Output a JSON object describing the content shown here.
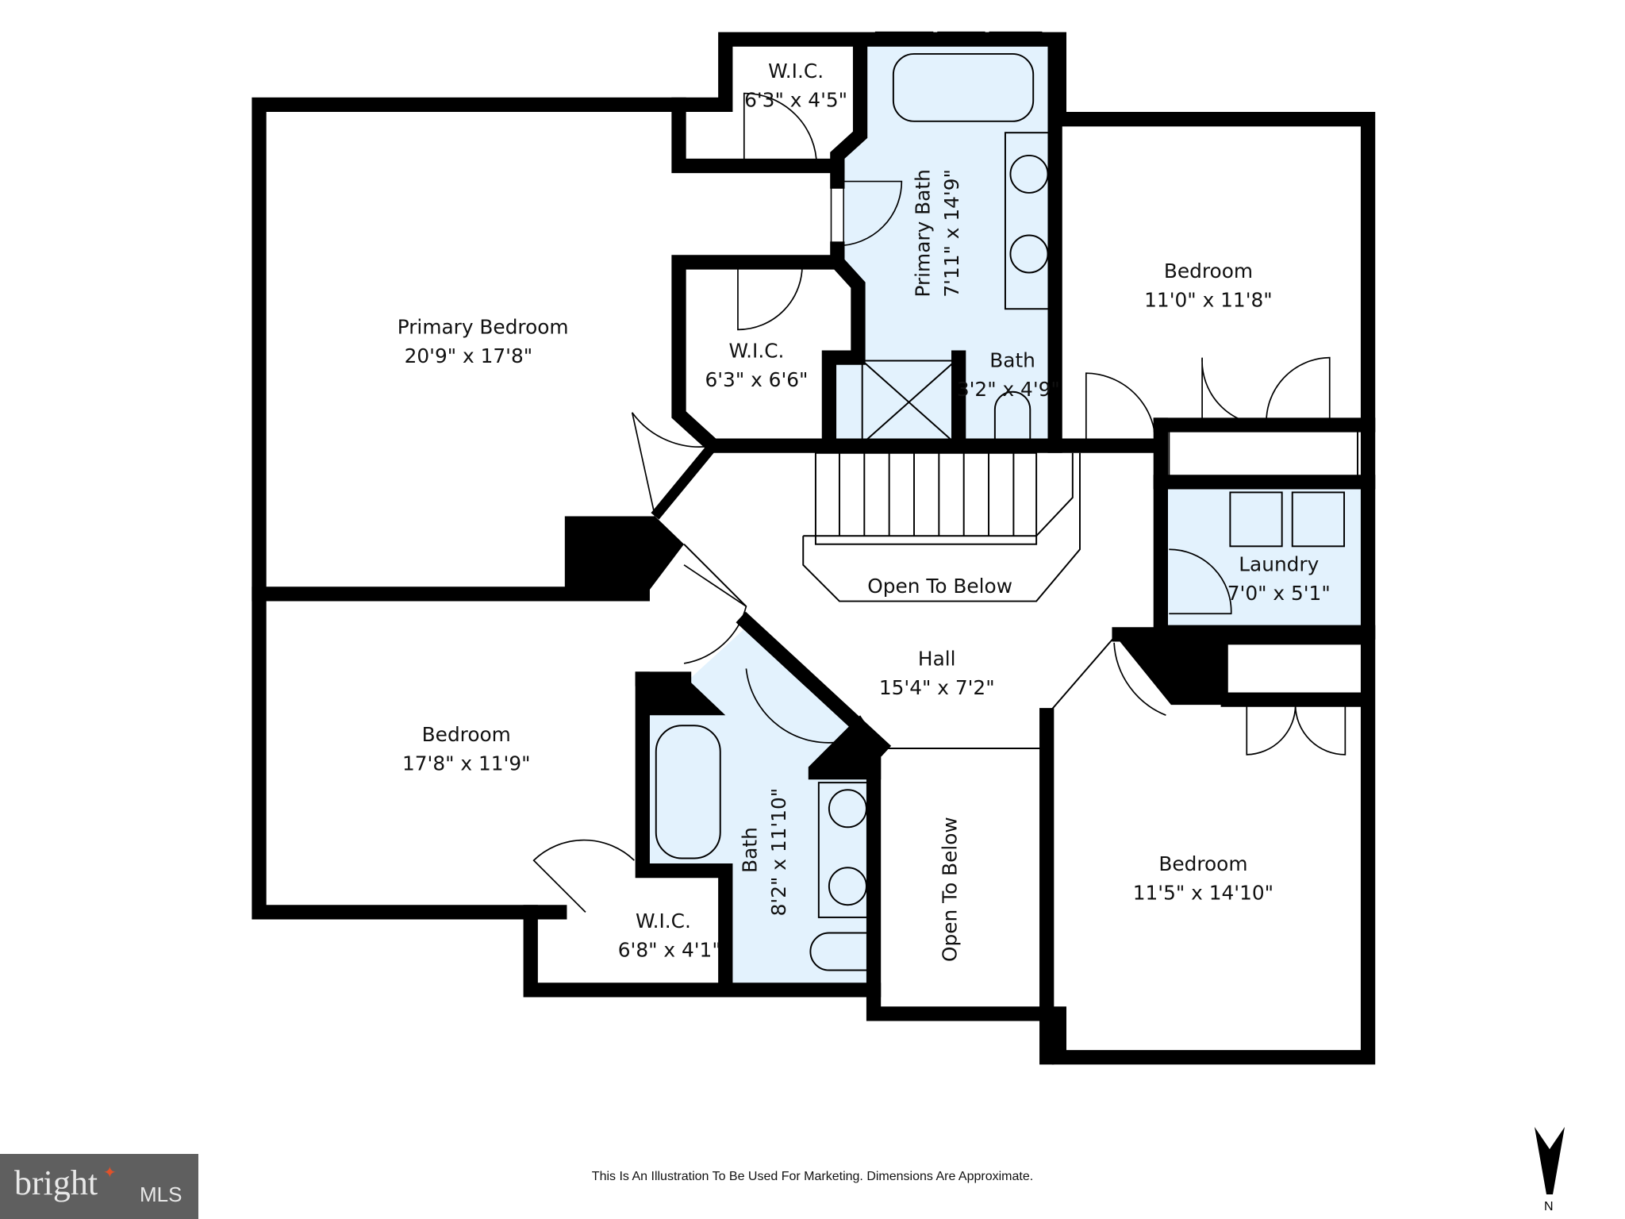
{
  "rooms": {
    "wic_top": {
      "name": "W.I.C.",
      "dims": "6'3\" x 4'5\""
    },
    "primary_bath": {
      "name": "Primary Bath",
      "dims": "7'11\" x 14'9\""
    },
    "bedroom_ne": {
      "name": "Bedroom",
      "dims": "11'0\" x 11'8\""
    },
    "primary_bedroom": {
      "name": "Primary Bedroom",
      "dims": "20'9\" x 17'8\""
    },
    "wic_mid": {
      "name": "W.I.C.",
      "dims": "6'3\" x 6'6\""
    },
    "bath_small": {
      "name": "Bath",
      "dims": "3'2\" x 4'9\""
    },
    "open_below_stairs": {
      "name": "Open To Below"
    },
    "laundry": {
      "name": "Laundry",
      "dims": "7'0\" x 5'1\""
    },
    "hall": {
      "name": "Hall",
      "dims": "15'4\" x 7'2\""
    },
    "bedroom_w": {
      "name": "Bedroom",
      "dims": "17'8\" x 11'9\""
    },
    "bath_hall": {
      "name": "Bath",
      "dims": "8'2\" x 11'10\""
    },
    "open_below": {
      "name": "Open To Below"
    },
    "bedroom_se": {
      "name": "Bedroom",
      "dims": "11'5\" x 14'10\""
    },
    "wic_bottom": {
      "name": "W.I.C.",
      "dims": "6'8\" x 4'1\""
    }
  },
  "footer": {
    "disclaimer": "This Is An Illustration To Be Used For Marketing. Dimensions Are Approximate.",
    "logo": {
      "brand": "bright",
      "suffix": "MLS"
    },
    "north_label": "N"
  },
  "colors": {
    "wet_room_fill": "#e3f2fd",
    "wall": "#000000",
    "logo_bg": "#5f5f5f",
    "logo_accent": "#e0522a"
  }
}
